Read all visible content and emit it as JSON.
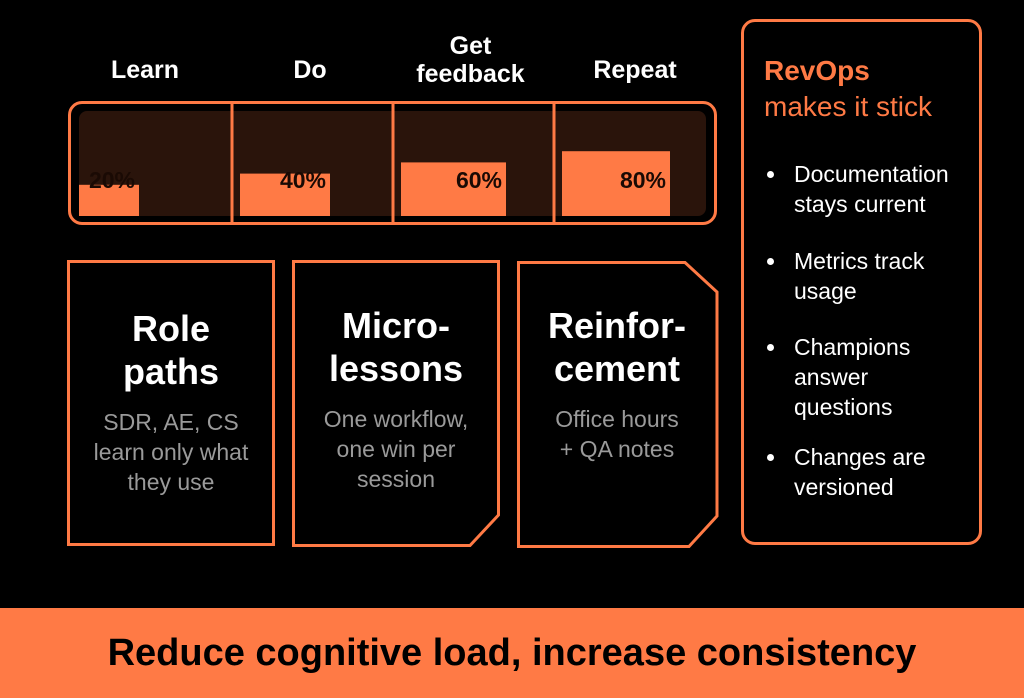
{
  "stages": [
    {
      "label_lines": [
        "Learn"
      ],
      "percent": "20%",
      "value": 20
    },
    {
      "label_lines": [
        "Do"
      ],
      "percent": "40%",
      "value": 40
    },
    {
      "label_lines": [
        "Get",
        "feedback"
      ],
      "percent": "60%",
      "value": 60
    },
    {
      "label_lines": [
        "Repeat"
      ],
      "percent": "80%",
      "value": 80
    }
  ],
  "cards": [
    {
      "title_lines": [
        "Role",
        "paths"
      ],
      "sub_lines": [
        "SDR, AE, CS",
        "learn only what",
        "they use"
      ]
    },
    {
      "title_lines": [
        "Micro-",
        "lessons"
      ],
      "sub_lines": [
        "One workflow,",
        "one win per",
        "session"
      ]
    },
    {
      "title_lines": [
        "Reinfor-",
        "cement"
      ],
      "sub_lines": [
        "Office hours",
        "+ QA notes"
      ]
    }
  ],
  "revops": {
    "title_bold": "RevOps",
    "title_rest": "makes it stick",
    "bullets": [
      {
        "lines": [
          "Documentation",
          "stays current"
        ]
      },
      {
        "lines": [
          "Metrics track",
          "usage"
        ]
      },
      {
        "lines": [
          "Champions",
          "answer",
          "questions"
        ]
      },
      {
        "lines": [
          "Changes are",
          "versioned"
        ]
      }
    ]
  },
  "footer": "Reduce cognitive load, increase consistency",
  "colors": {
    "accent": "#ff7a45",
    "track": "#2a140b",
    "background": "#000000"
  }
}
